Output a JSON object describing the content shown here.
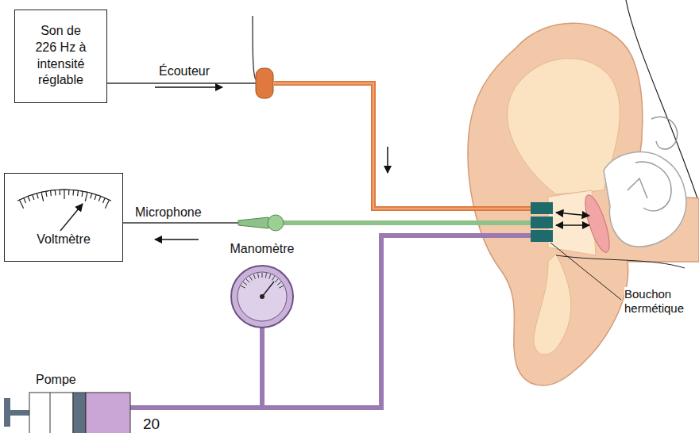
{
  "diagram": {
    "nodes": [
      {
        "text": [
          "Son de 226 Hz à intensité réglable"
        ]
      },
      {
        "text": [
          "Voltmètre"
        ]
      },
      {
        "text": [
          "Manomètre"
        ]
      },
      {
        "text": [
          "Pompe"
        ]
      }
    ],
    "edges": [
      {
        "from": 3,
        "to": 2,
        "arrow": "none"
      }
    ],
    "labels": [
      "Écouteur",
      "Microphone",
      "Bouchon hermétique",
      "20"
    ]
  }
}
